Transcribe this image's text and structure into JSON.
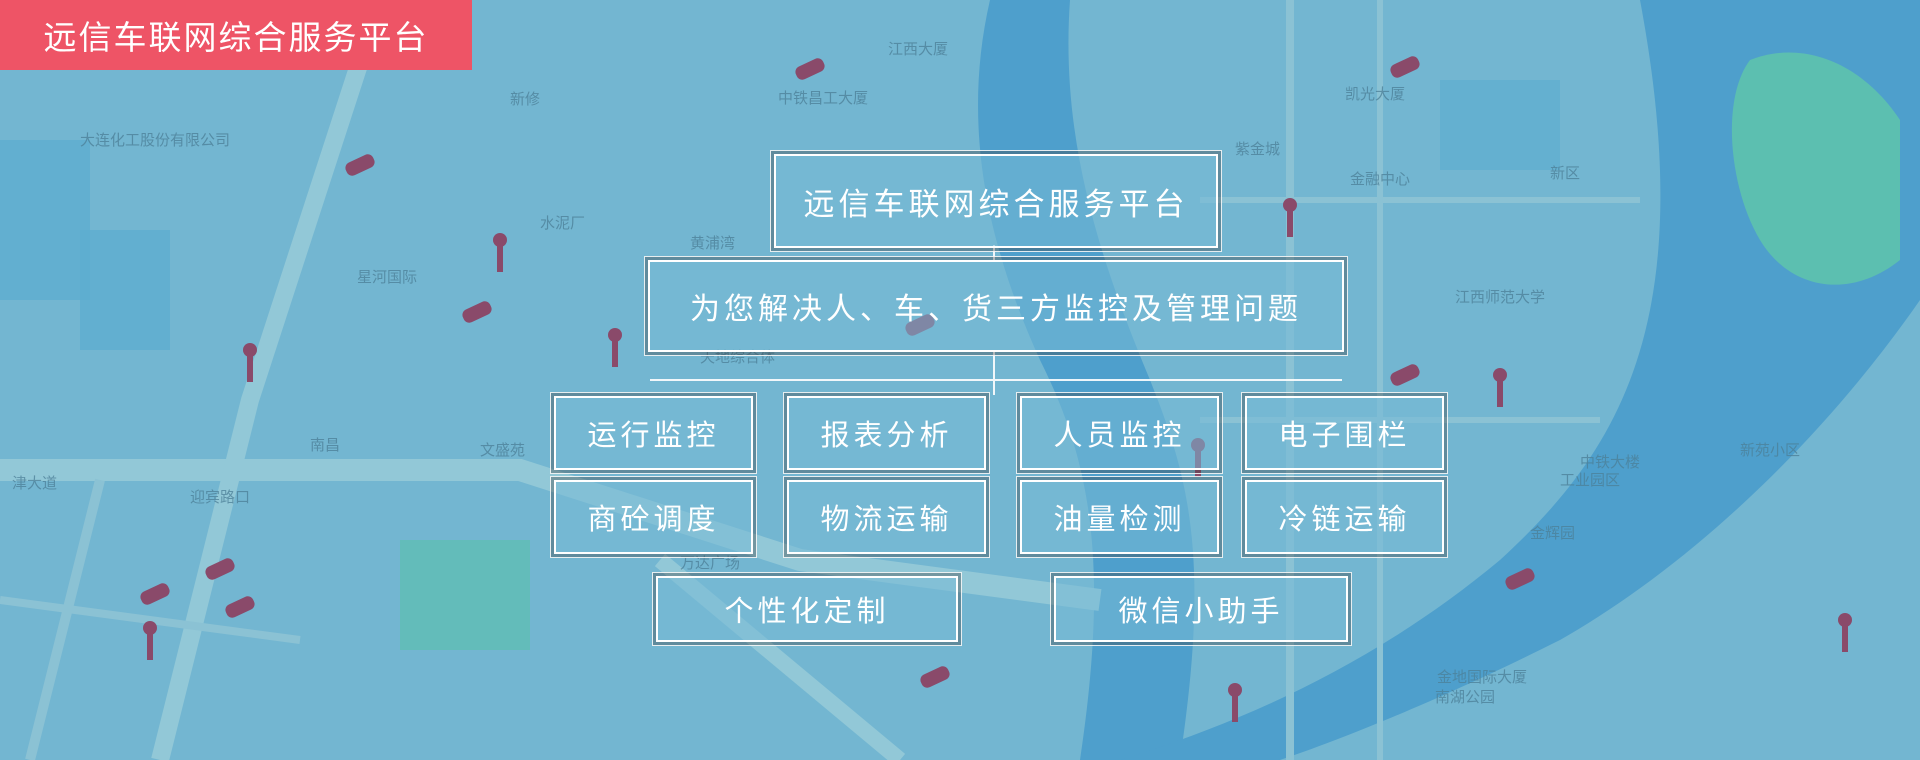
{
  "brand": {
    "title": "远信车联网综合服务平台",
    "color": "#ee5466"
  },
  "panel": {
    "title": "远信车联网综合服务平台",
    "subtitle": "为您解决人、车、货三方监控及管理问题",
    "modules": [
      "运行监控",
      "报表分析",
      "人员监控",
      "电子围栏",
      "商砼调度",
      "物流运输",
      "油量检测",
      "冷链运输"
    ],
    "extras": [
      "个性化定制",
      "微信小助手"
    ]
  },
  "map": {
    "labels": [
      "江西大厦",
      "中铁昌工大厦",
      "新修",
      "大连化工股份有限公司",
      "水泥厂",
      "星河国际",
      "黄浦湾",
      "天地综合体",
      "南昌",
      "文盛苑",
      "津大道",
      "迎宾路口",
      "万达广场",
      "紫金城",
      "凯光大厦",
      "江西师范大学",
      "金融中心",
      "新区",
      "中铁大楼",
      "新苑小区",
      "工业园区",
      "金辉园",
      "金地国际大厦",
      "南湖公园"
    ],
    "colors": {
      "water": "#4e9fcc",
      "land": "#73b6d1",
      "green": "#5cbfb0",
      "road": "#8ec6d6",
      "vehicle": "#8a4a6a"
    }
  }
}
